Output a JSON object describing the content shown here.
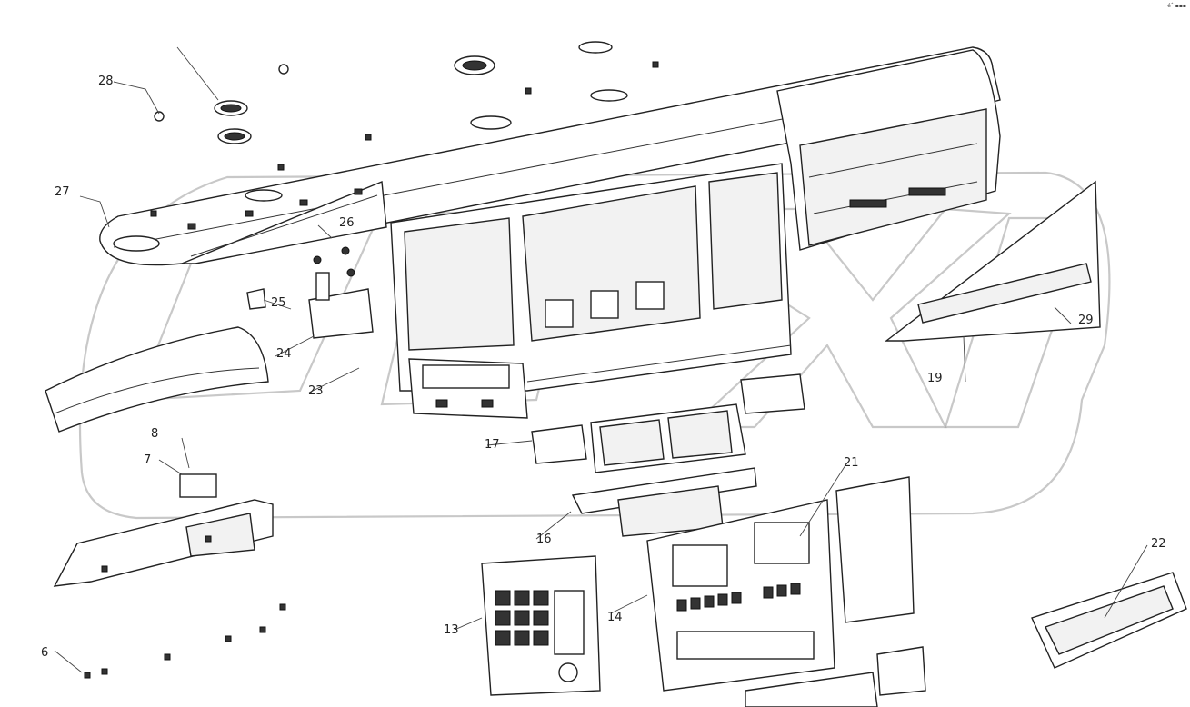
{
  "corner_mark": "éˆ ▪▪▪",
  "callouts": [
    "28",
    "27",
    "26",
    "25",
    "24",
    "23",
    "8",
    "7",
    "6",
    "17",
    "16",
    "13",
    "14",
    "21",
    "22",
    "29",
    "19"
  ]
}
